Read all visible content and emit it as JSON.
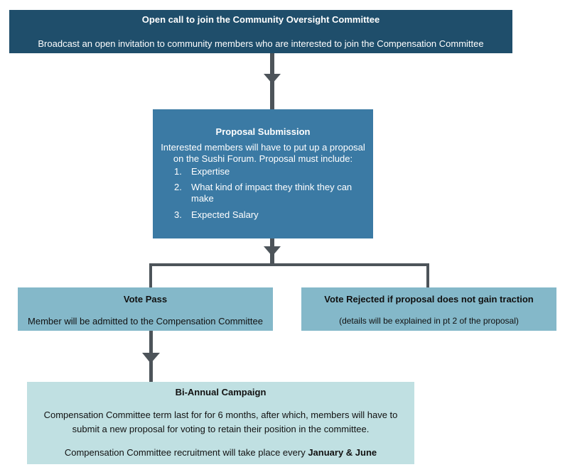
{
  "box1": {
    "title": "Open call to join the Community Oversight Committee",
    "text": "Broadcast an open invitation to community members who are interested to join the Compensation Committee"
  },
  "box2": {
    "title": "Proposal Submission",
    "desc_line1": "Interested members will have to put up a proposal",
    "desc_line2": "on the Sushi Forum. Proposal must include:",
    "items": [
      {
        "num": "1.",
        "line1": "Expertise",
        "line2": ""
      },
      {
        "num": "2.",
        "line1": "What kind of impact they think they can",
        "line2": "make"
      },
      {
        "num": "3.",
        "line1": "Expected Salary",
        "line2": ""
      }
    ]
  },
  "box3": {
    "title": "Vote Pass",
    "text": "Member will be admitted to the Compensation Committee"
  },
  "box4": {
    "title": "Vote Rejected if proposal does not gain traction",
    "text": "(details will be explained in pt 2 of the proposal)"
  },
  "box5": {
    "title": "Bi-Annual Campaign",
    "line1": "Compensation Committee term last for for 6 months, after which, members will have to",
    "line2": "submit a new proposal for voting to retain their position in the committee.",
    "line3_prefix": "Compensation Committee recruitment will take place every ",
    "line3_bold": "January & June"
  },
  "colors": {
    "box1": "#1f4e6b",
    "box2": "#3b7aa4",
    "box3": "#84b8c9",
    "box4": "#84b8c9",
    "box5": "#c0e0e2",
    "connector": "#4d545a"
  }
}
